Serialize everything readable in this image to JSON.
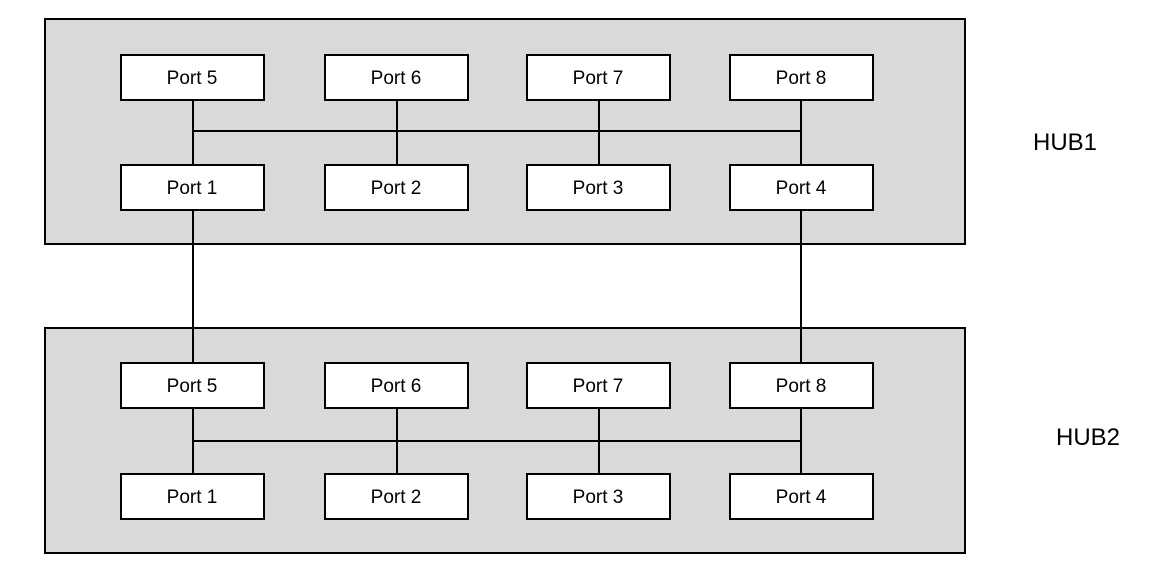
{
  "hubs": [
    {
      "label": "HUB1",
      "top_row": [
        "Port 5",
        "Port 6",
        "Port 7",
        "Port 8"
      ],
      "bottom_row": [
        "Port 1",
        "Port 2",
        "Port 3",
        "Port 4"
      ]
    },
    {
      "label": "HUB2",
      "top_row": [
        "Port 5",
        "Port 6",
        "Port 7",
        "Port 8"
      ],
      "bottom_row": [
        "Port 1",
        "Port 2",
        "Port 3",
        "Port 4"
      ]
    }
  ]
}
